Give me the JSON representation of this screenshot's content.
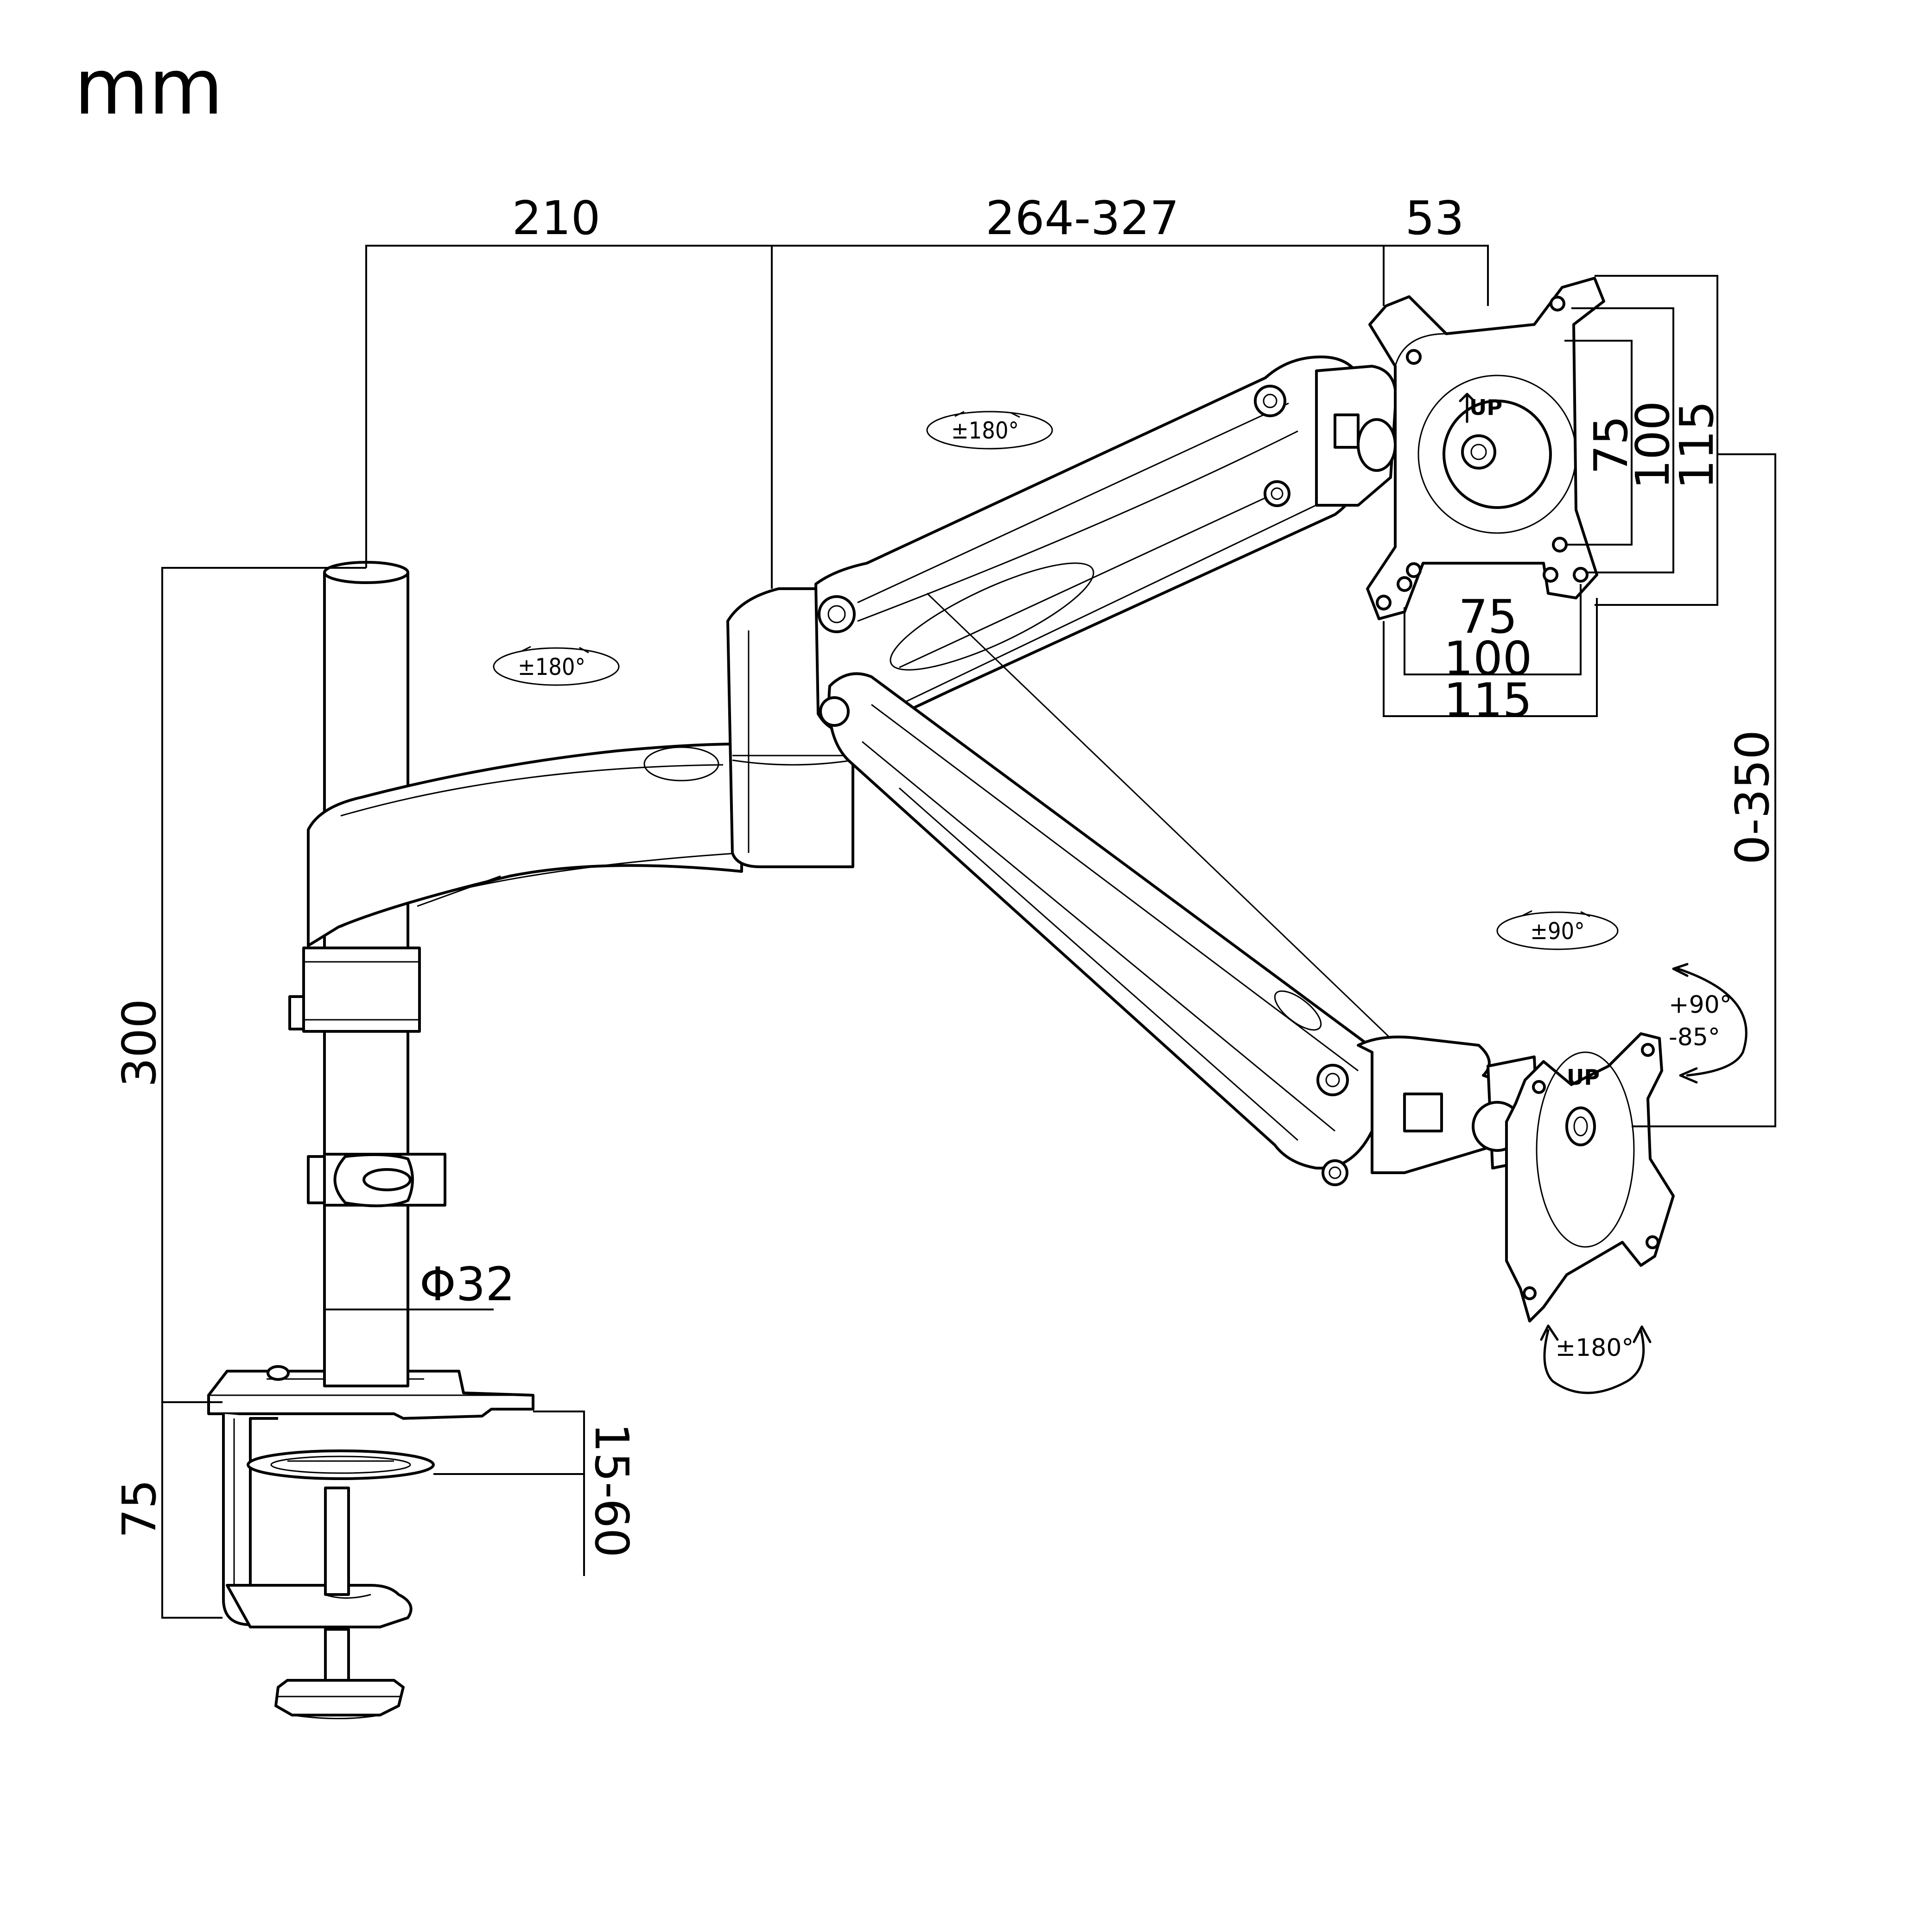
{
  "unit_label": "mm",
  "dimensions": {
    "pole_to_joint": "210",
    "arm_reach": "264-327",
    "plate_depth": "53",
    "height_adjust": "0-350",
    "pole_height": "300",
    "base_height": "75",
    "pole_diameter": "Φ32",
    "desk_thickness": "15-60",
    "vesa_h_small": "75",
    "vesa_h_mid": "100",
    "vesa_h_large": "115",
    "vesa_v_small": "75",
    "vesa_v_mid": "100",
    "vesa_v_large": "115"
  },
  "rotations": {
    "upper_arm_swivel": "±180°",
    "lower_arm_swivel": "±180°",
    "head_swivel": "±90°",
    "tilt_up": "+90°",
    "tilt_down": "-85°",
    "rotation": "±180°"
  },
  "plate_labels": {
    "top_plate_up": "UP",
    "bottom_plate_up": "UP"
  }
}
